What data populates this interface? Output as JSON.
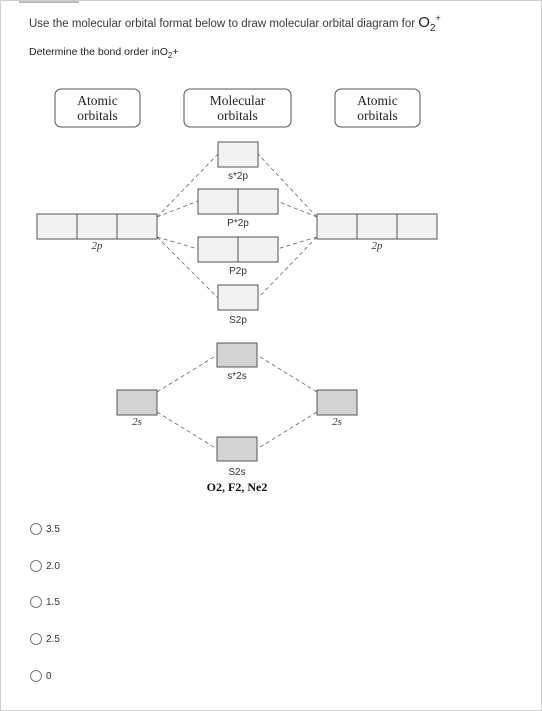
{
  "question": {
    "prompt_text": "Use the molecular orbital format below to draw molecular orbital diagram for ",
    "prompt_formula_base": "O",
    "prompt_formula_sub": "2",
    "prompt_formula_sup": "+",
    "bond_order_text": "Determine the bond order in",
    "bond_order_formula_base": "O",
    "bond_order_formula_sub": "2",
    "bond_order_formula_sup": "+"
  },
  "diagram": {
    "header_left": [
      "Atomic",
      "orbitals"
    ],
    "header_center": [
      "Molecular",
      "orbitals"
    ],
    "header_right": [
      "Atomic",
      "orbitals"
    ],
    "left_2p_label": "2p",
    "right_2p_label": "2p",
    "left_2s_label": "2s",
    "right_2s_label": "2s",
    "sigma_2p_star": "s*2p",
    "pi_2p_star": "P*2p",
    "pi_2p": "P2p",
    "sigma_2p": "S2p",
    "sigma_2s_star": "s*2s",
    "sigma_2s": "S2s",
    "molecules": "O2, F2, Ne2"
  },
  "options": [
    "3.5",
    "2.0",
    "1.5",
    "2.5",
    "0"
  ]
}
